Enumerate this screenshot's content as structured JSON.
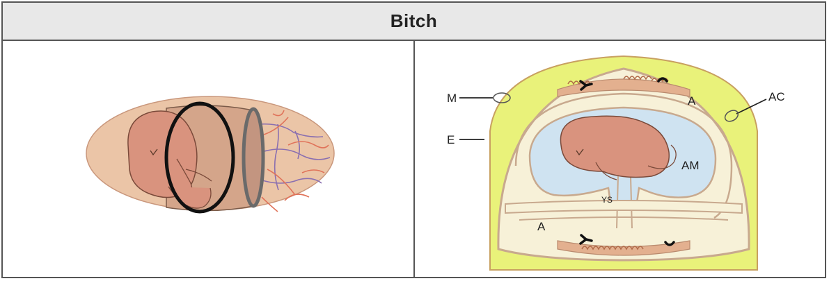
{
  "header": {
    "title": "Bitch"
  },
  "labels": {
    "m": "M",
    "e": "E",
    "a_top": "A",
    "a_bottom": "A",
    "ac": "AC",
    "am": "AM",
    "ys": "YS"
  },
  "colors": {
    "embryo": "#d9937e",
    "chorion": "#e8c0a3",
    "endometrium": "#e9f27a",
    "amnion": "#cfe3f1",
    "border": "#555555"
  }
}
